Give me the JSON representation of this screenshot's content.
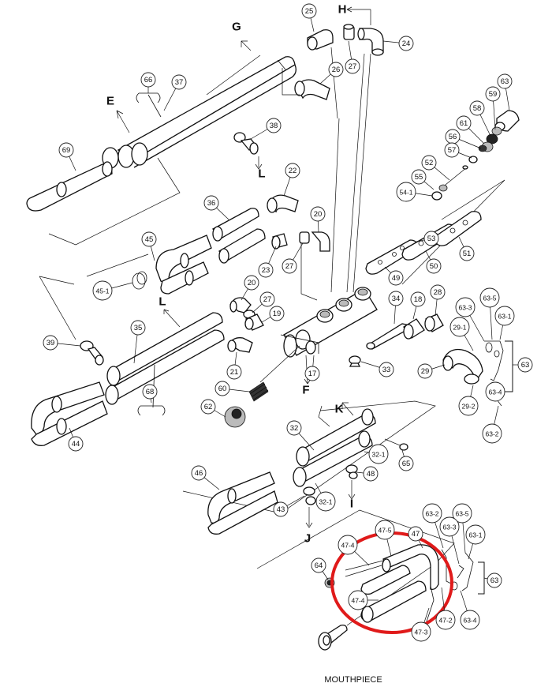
{
  "letters": {
    "E": "E",
    "G": "G",
    "H": "H",
    "L_top": "L",
    "L_mid": "L",
    "F": "F",
    "K": "K",
    "I": "I",
    "J": "J"
  },
  "caption": "MOUTHPIECE",
  "callouts": {
    "c25": "25",
    "c27a": "27",
    "c24": "24",
    "c26": "26",
    "c63a": "63",
    "c66": "66",
    "c37": "37",
    "c59": "59",
    "c58": "58",
    "c61": "61",
    "c56": "56",
    "c57": "57",
    "c69": "69",
    "c38": "38",
    "c52": "52",
    "c22": "22",
    "c55": "55",
    "c541": "54-1",
    "c36": "36",
    "c20a": "20",
    "c45": "45",
    "c23": "23",
    "c27b": "27",
    "c53": "53",
    "c50": "50",
    "c51": "51",
    "c451": "45-1",
    "c49": "49",
    "c20b": "20",
    "c27c": "27",
    "c19": "19",
    "c34": "34",
    "c18": "18",
    "c28": "28",
    "c633a": "63-3",
    "c635a": "63-5",
    "c291": "29-1",
    "c631a": "63-1",
    "c63b": "63",
    "c39": "39",
    "c35": "35",
    "c21": "21",
    "c17": "17",
    "c33": "33",
    "c29": "29",
    "c634a": "63-4",
    "c68": "68",
    "c60": "60",
    "c292": "29-2",
    "c62": "62",
    "c632a": "63-2",
    "c44": "44",
    "c32": "32",
    "c321a": "32-1",
    "c65": "65",
    "c46": "46",
    "c48": "48",
    "c43": "43",
    "c321b": "32-1",
    "c632b": "63-2",
    "c635b": "63-5",
    "c633b": "63-3",
    "c475": "47-5",
    "c47": "47",
    "c474a": "47-4",
    "c631b": "63-1",
    "c64": "64",
    "c63c": "63",
    "c474b": "47-4",
    "c472": "47-2",
    "c634b": "63-4",
    "c473": "47-3"
  }
}
